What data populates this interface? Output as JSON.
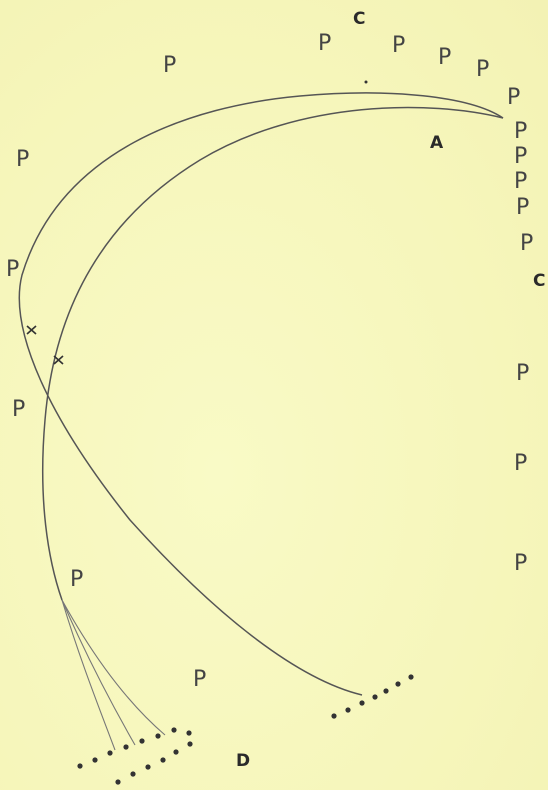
{
  "labels": {
    "a": "A",
    "c_top": "C",
    "c_right": "C",
    "d": "D"
  },
  "flag_glyph": "P",
  "colors": {
    "background": "#f7f7bf",
    "ink": "#444444"
  }
}
